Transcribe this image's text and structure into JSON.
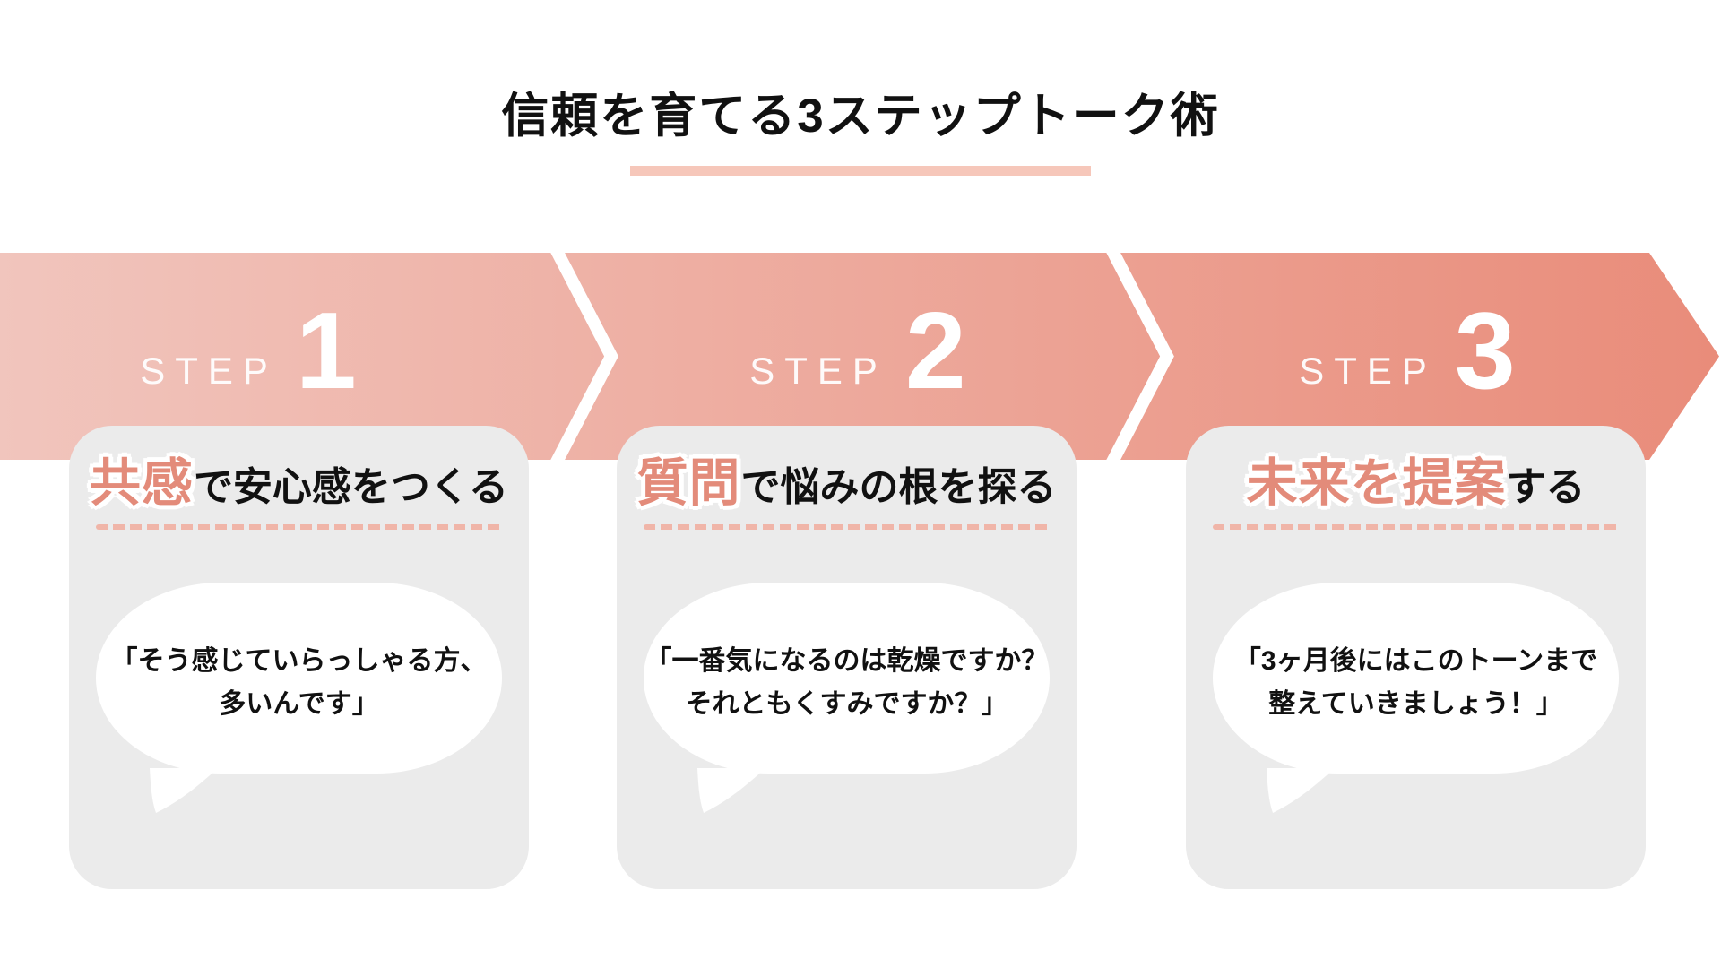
{
  "title": {
    "text": "信頼を育てる3ステップトーク術"
  },
  "banner": {
    "steps": [
      {
        "step_word": "STEP",
        "number": "1"
      },
      {
        "step_word": "STEP",
        "number": "2"
      },
      {
        "step_word": "STEP",
        "number": "3"
      }
    ]
  },
  "cards": [
    {
      "highlight": "共感",
      "heading_rest": "で安心感をつくる",
      "bubble_line1": "「そう感じていらっしゃる方、",
      "bubble_line2": "多いんです」"
    },
    {
      "highlight": "質問",
      "heading_rest": "で悩みの根を探る",
      "bubble_line1": "「一番気になるのは乾燥ですか？",
      "bubble_line2": "それともくすみですか？」"
    },
    {
      "highlight": "未来を提案",
      "heading_rest": "する",
      "bubble_line1": "「3ヶ月後にはこのトーンまで",
      "bubble_line2": "整えていきましょう！」"
    }
  ],
  "colors": {
    "band_gradient_start": "#f1c5bd",
    "band_gradient_end": "#e98c7a",
    "title_underline": "#f6c7ba",
    "card_background": "#ebebeb",
    "highlight_text": "#e38b7a",
    "dashed_divider": "#f0b5a8",
    "heading_text": "#111111",
    "bubble_background": "#ffffff",
    "step_text": "#ffffff"
  }
}
